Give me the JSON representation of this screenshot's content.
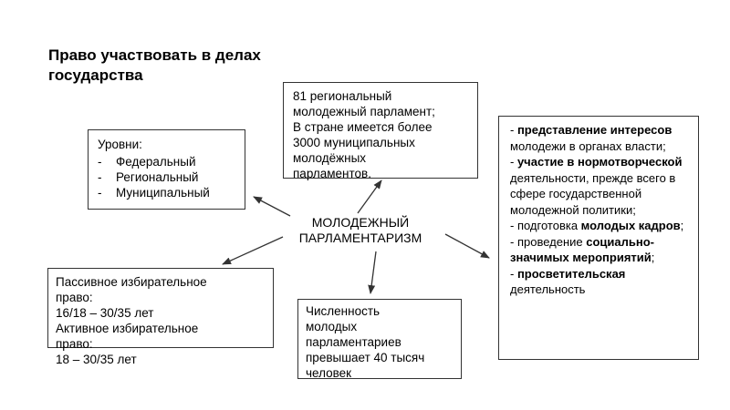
{
  "title_line1": "Право участвовать в делах",
  "title_line2": "государства",
  "center": {
    "line1": "МОЛОДЕЖНЫЙ",
    "line2": "ПАРЛАМЕНТАРИЗМ"
  },
  "levels": {
    "heading": "Уровни:",
    "items": [
      "Федеральный",
      "Региональный",
      "Муниципальный"
    ]
  },
  "parliaments": {
    "lines": [
      "81 региональный",
      "молодежный парламент;",
      "В стране имеется более",
      "3000 муниципальных",
      "молодёжных",
      "парламентов."
    ]
  },
  "suffrage": {
    "lines": [
      "Пассивное избирательное",
      "право:",
      "16/18 – 30/35 лет",
      "Активное избирательное",
      "право:",
      "18 – 30/35 лет"
    ]
  },
  "count": {
    "lines": [
      "Численность",
      "молодых",
      "парламентариев",
      "превышает 40 тысяч",
      "человек"
    ]
  },
  "functions": {
    "items": [
      {
        "prefix": "- ",
        "bold": "представление интересов",
        "rest": " молодежи в органах власти;"
      },
      {
        "prefix": "- ",
        "bold": "участие в нормотворческой",
        "rest": " деятельности, прежде всего в сфере государственной молодежной политики;"
      },
      {
        "prefix": "- подготовка ",
        "bold": "молодых кадров",
        "rest": ";"
      },
      {
        "prefix": "- проведение ",
        "bold": "социально-значимых мероприятий",
        "rest": ";"
      },
      {
        "prefix": "- ",
        "bold": "просветительская",
        "rest": " деятельность"
      }
    ]
  }
}
